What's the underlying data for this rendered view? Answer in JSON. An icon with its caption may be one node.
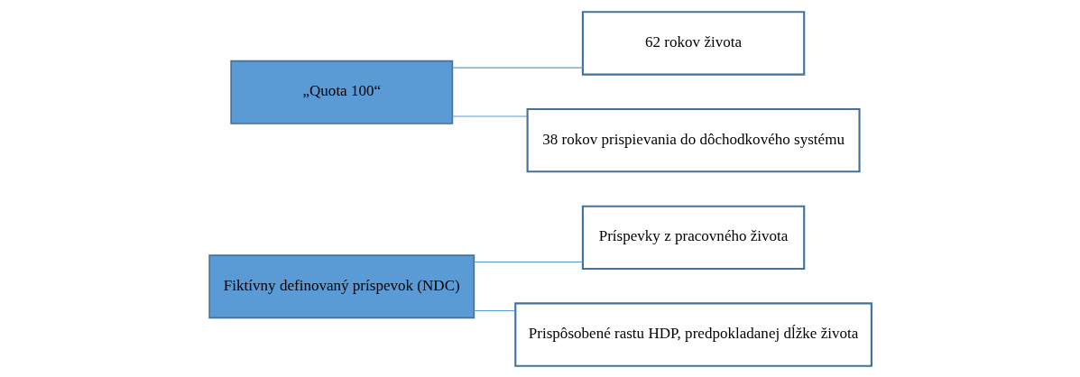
{
  "diagram": {
    "nodes": [
      {
        "text": [
          "Fiktívny definovaný príspevok (NDC)"
        ]
      },
      {
        "text": [
          "Príspevky z pracovného života"
        ]
      },
      {
        "text": [
          "Prispôsobené rastu HDP, predpokladanej dĺžke života"
        ]
      },
      {
        "text": [
          "„Quota 100“"
        ]
      },
      {
        "text": [
          "62 rokov života"
        ]
      },
      {
        "text": [
          "38 rokov prispievania do dôchodkového systému"
        ]
      }
    ],
    "edges": [
      {
        "from": 0,
        "to": 1,
        "arrow": "none"
      },
      {
        "from": 0,
        "to": 2,
        "arrow": "none"
      },
      {
        "from": 3,
        "to": 4,
        "arrow": "none"
      },
      {
        "from": 3,
        "to": 5,
        "arrow": "none"
      }
    ]
  }
}
